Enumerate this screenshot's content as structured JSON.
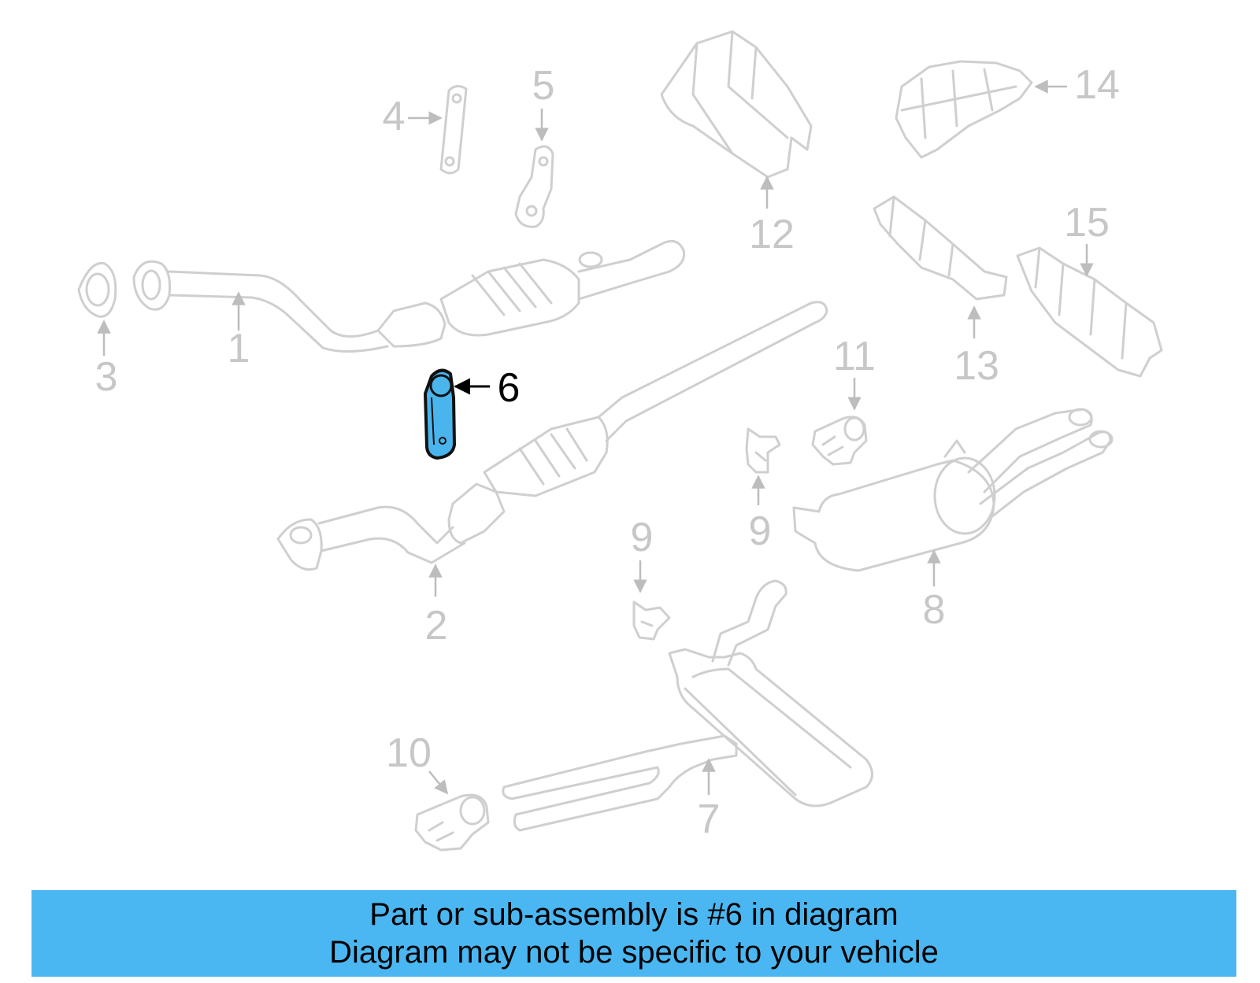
{
  "callouts": [
    {
      "id": "1",
      "label": "1"
    },
    {
      "id": "2",
      "label": "2"
    },
    {
      "id": "3",
      "label": "3"
    },
    {
      "id": "4",
      "label": "4"
    },
    {
      "id": "5",
      "label": "5"
    },
    {
      "id": "6",
      "label": "6"
    },
    {
      "id": "7",
      "label": "7"
    },
    {
      "id": "8",
      "label": "8"
    },
    {
      "id": "9a",
      "label": "9"
    },
    {
      "id": "9b",
      "label": "9"
    },
    {
      "id": "10",
      "label": "10"
    },
    {
      "id": "11",
      "label": "11"
    },
    {
      "id": "12",
      "label": "12"
    },
    {
      "id": "13",
      "label": "13"
    },
    {
      "id": "14",
      "label": "14"
    },
    {
      "id": "15",
      "label": "15"
    }
  ],
  "highlight": {
    "callout": "6",
    "color": "#4ab5ec"
  },
  "banner": {
    "line1": "Part or sub-assembly is #6 in diagram",
    "line2": "Diagram may not be specific to your vehicle",
    "color": "#4bb7f2"
  }
}
